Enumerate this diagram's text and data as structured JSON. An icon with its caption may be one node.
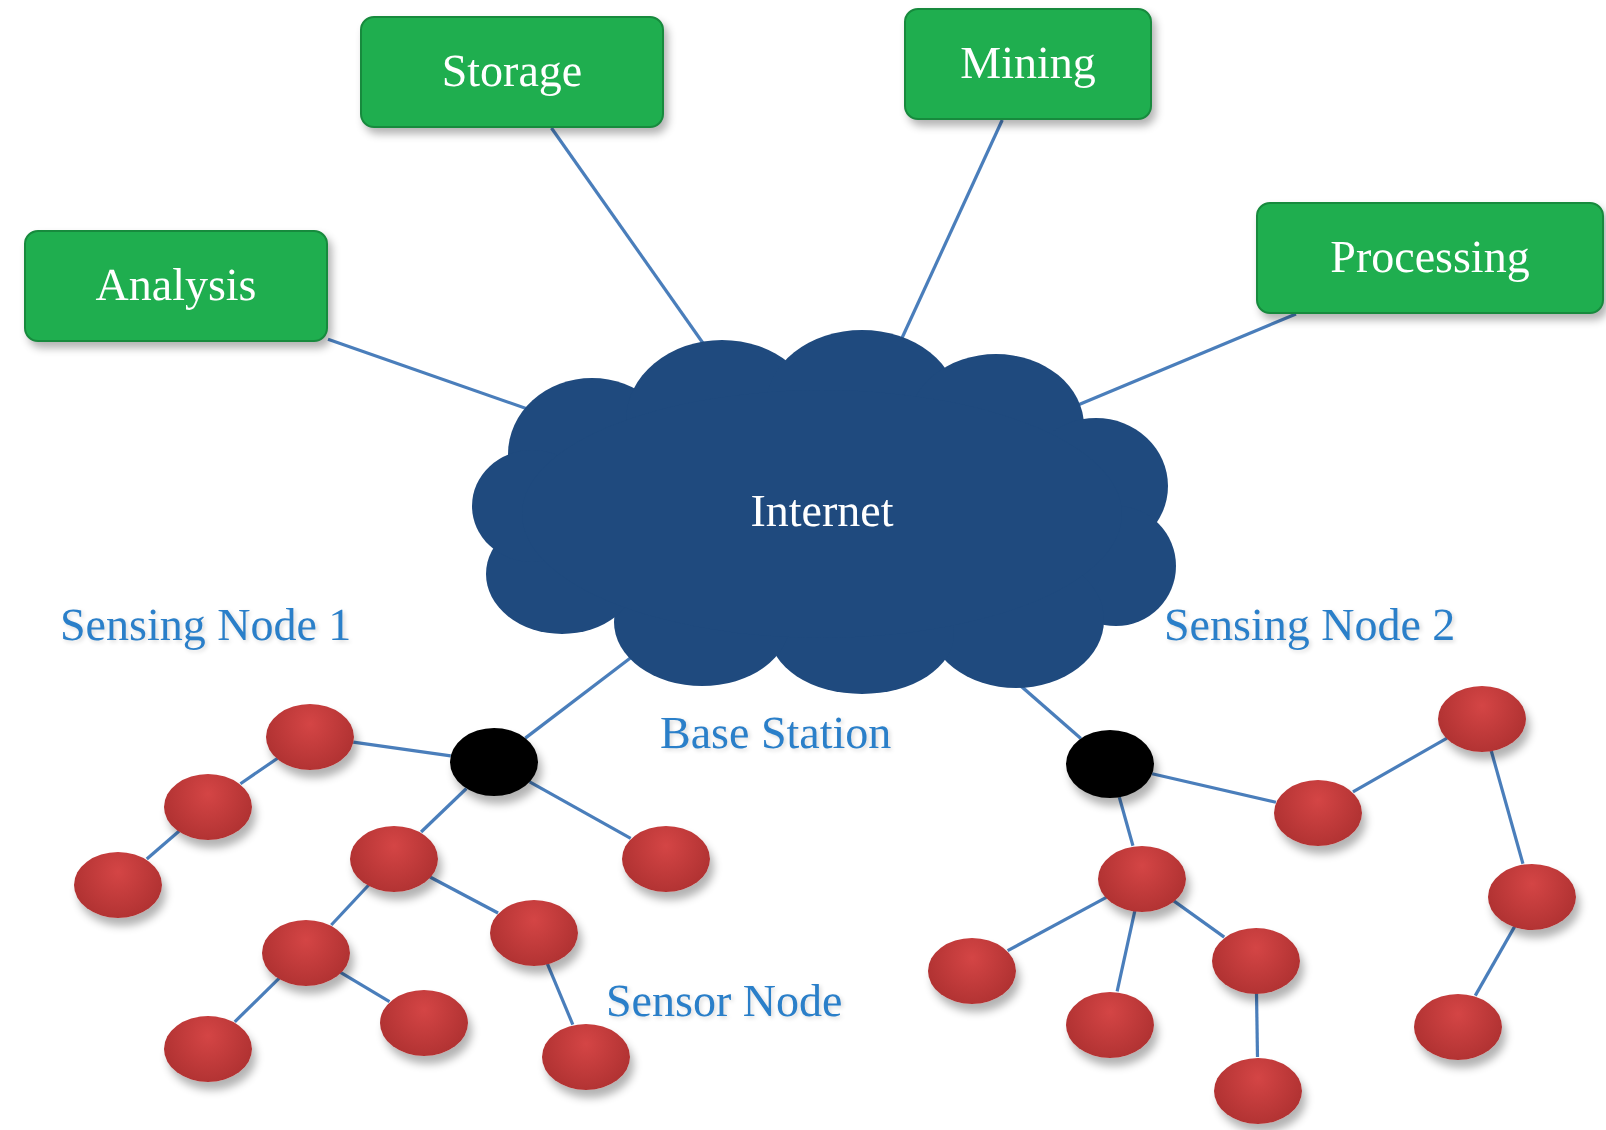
{
  "diagram": {
    "nodes": [
      {
        "text": [
          "Analysis"
        ]
      },
      {
        "text": [
          "Storage"
        ]
      },
      {
        "text": [
          "Mining"
        ]
      },
      {
        "text": [
          "Processing"
        ]
      },
      {
        "text": [
          "Internet"
        ]
      },
      {
        "text": [],
        "shape": "ellipse"
      },
      {
        "text": [],
        "shape": "ellipse"
      },
      {
        "text": [],
        "shape": "ellipse"
      },
      {
        "text": [],
        "shape": "ellipse"
      },
      {
        "text": [],
        "shape": "ellipse"
      },
      {
        "text": [],
        "shape": "ellipse"
      },
      {
        "text": [],
        "shape": "ellipse"
      },
      {
        "text": [],
        "shape": "ellipse"
      },
      {
        "text": [],
        "shape": "ellipse"
      },
      {
        "text": [],
        "shape": "ellipse"
      },
      {
        "text": [],
        "shape": "ellipse"
      },
      {
        "text": [],
        "shape": "ellipse"
      },
      {
        "text": [],
        "shape": "ellipse"
      },
      {
        "text": [],
        "shape": "ellipse"
      },
      {
        "text": [],
        "shape": "ellipse"
      },
      {
        "text": [],
        "shape": "ellipse"
      },
      {
        "text": [],
        "shape": "ellipse"
      },
      {
        "text": [],
        "shape": "ellipse"
      },
      {
        "text": [],
        "shape": "ellipse"
      },
      {
        "text": [],
        "shape": "ellipse"
      },
      {
        "text": [],
        "shape": "ellipse"
      }
    ],
    "edges": [
      {
        "from": 0,
        "to": 4,
        "arrow": "none"
      },
      {
        "from": 1,
        "to": 4,
        "arrow": "none"
      },
      {
        "from": 2,
        "to": 4,
        "arrow": "none"
      },
      {
        "from": 3,
        "to": 4,
        "arrow": "none"
      },
      {
        "from": 4,
        "to": 5,
        "arrow": "none"
      },
      {
        "from": 4,
        "to": 16,
        "arrow": "none"
      },
      {
        "from": 5,
        "to": 6,
        "arrow": "none"
      },
      {
        "from": 6,
        "to": 7,
        "arrow": "none"
      },
      {
        "from": 7,
        "to": 8,
        "arrow": "none"
      },
      {
        "from": 5,
        "to": 9,
        "arrow": "none"
      },
      {
        "from": 5,
        "to": 10,
        "arrow": "none"
      },
      {
        "from": 9,
        "to": 11,
        "arrow": "none"
      },
      {
        "from": 9,
        "to": 12,
        "arrow": "none"
      },
      {
        "from": 11,
        "to": 13,
        "arrow": "none"
      },
      {
        "from": 11,
        "to": 14,
        "arrow": "none"
      },
      {
        "from": 12,
        "to": 15,
        "arrow": "none"
      },
      {
        "from": 16,
        "to": 17,
        "arrow": "none"
      },
      {
        "from": 17,
        "to": 18,
        "arrow": "none"
      },
      {
        "from": 18,
        "to": 19,
        "arrow": "none"
      },
      {
        "from": 19,
        "to": 20,
        "arrow": "none"
      },
      {
        "from": 16,
        "to": 21,
        "arrow": "none"
      },
      {
        "from": 21,
        "to": 22,
        "arrow": "none"
      },
      {
        "from": 21,
        "to": 23,
        "arrow": "none"
      },
      {
        "from": 21,
        "to": 24,
        "arrow": "none"
      },
      {
        "from": 24,
        "to": 25,
        "arrow": "none"
      }
    ],
    "labels": [
      "Sensing Node 1",
      "Sensing Node 2",
      "Base Station",
      "Sensor Node"
    ]
  }
}
